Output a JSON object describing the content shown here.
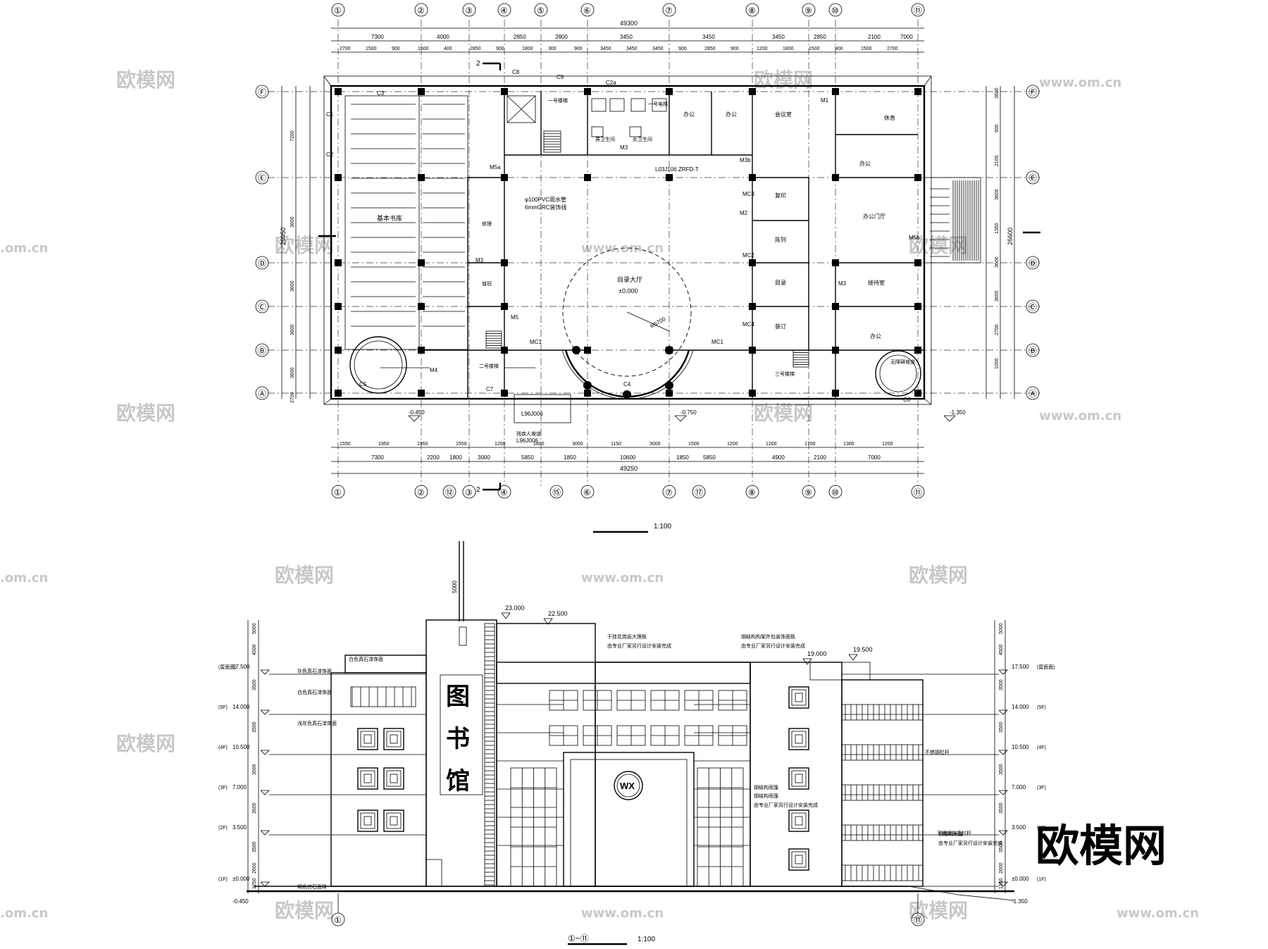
{
  "watermark": {
    "site": "欧模网",
    "url": "www.om.cn",
    "url_edge": ".om.cn",
    "brand": "欧模网"
  },
  "plan": {
    "axes_cols": [
      "①",
      "②",
      "③",
      "④",
      "⑤",
      "⑥",
      "⑦",
      "⑧",
      "⑨",
      "⑩",
      "⑪"
    ],
    "axes_cols_bottom": [
      "①",
      "②",
      "⑫",
      "③",
      "④",
      "⑮",
      "⑥",
      "⑦",
      "⑰",
      "⑧",
      "⑨",
      "⑩",
      "⑪"
    ],
    "axes_rows": [
      "Ⓕ",
      "Ⓔ",
      "Ⓓ",
      "Ⓒ",
      "Ⓑ",
      "Ⓐ"
    ],
    "total_top": "49300",
    "total_bottom": "49250",
    "top_dims": [
      "7300",
      "4000",
      "2850",
      "3900",
      "3450",
      "3450",
      "3450",
      "2850",
      "2100",
      "7000"
    ],
    "top_sub_dims": [
      "2700",
      "1500",
      "900",
      "1500",
      "400",
      "2850",
      "900",
      "1800",
      "300",
      "900",
      "3450",
      "3450",
      "3450",
      "900",
      "2850",
      "900",
      "1200",
      "1800",
      "1500",
      "900",
      "1500",
      "2700"
    ],
    "bottom_dims": [
      "7300",
      "2200",
      "1800",
      "3000",
      "5850",
      "1850",
      "10600",
      "1850",
      "5850",
      "4900",
      "2100",
      "7000"
    ],
    "bottom_sub_dims": [
      "1550",
      "1950",
      "1950",
      "1550",
      "1200",
      "1800",
      "3000",
      "1150",
      "3000",
      "1500",
      "1200",
      "1200",
      "1700",
      "1300",
      "1200"
    ],
    "left_dims": [
      "7200",
      "3600",
      "3600",
      "3600",
      "3600",
      "2700"
    ],
    "left_total": "25950",
    "right_total": "26600",
    "right_dims": [
      "3600",
      "900",
      "2100",
      "3600",
      "1350",
      "3600",
      "3600",
      "2700",
      "1000"
    ],
    "rooms": {
      "reading": "基本书库",
      "lobby": "目录大厅",
      "lobby_elev": "±0.000",
      "lobby_radius": "R5700",
      "office1": "办公",
      "office2": "办公",
      "office3": "办公",
      "office4": "办公",
      "office_hall": "办公门厅",
      "copy": "复印",
      "exhibit": "陈列",
      "storage": "目录",
      "binding": "装订",
      "reception": "接待室",
      "rest": "休息",
      "meeting": "会议室",
      "toilet_m": "男卫生间",
      "toilet_f": "女卫生间",
      "stair1": "一号楼梯",
      "stair2": "二号楼梯",
      "stair3": "三号楼梯",
      "elevator": "一号电梯",
      "tools": "修理",
      "duty": "值班",
      "ramp": "无障碍坡道",
      "pipe": "φ100PVC雨水管",
      "grc": "6mmGRC装饰线",
      "ref1": "L03J106 ZRFD-T",
      "ref2": "L96J006",
      "ref3": "L96J006",
      "accessible": "残疾人坡道"
    },
    "doors": [
      "M1",
      "M2",
      "M3",
      "M3",
      "M3",
      "M5",
      "M5a",
      "M5b",
      "MC1",
      "MC1",
      "MC2",
      "MC3",
      "MC4",
      "M4",
      "M3b"
    ],
    "windows": [
      "C1",
      "C2",
      "C3",
      "C2a",
      "C4",
      "C5",
      "C6",
      "C7",
      "C8",
      "C9"
    ],
    "elev_marks": [
      "-0.450",
      "-0.750",
      "-1.350"
    ],
    "section_mark": "2",
    "scale": "1:100"
  },
  "elevation": {
    "sign_chars": [
      "图",
      "书",
      "馆"
    ],
    "logo": "WX",
    "levels_left": [
      {
        "floor": "(屋面面)",
        "elev": "17.500"
      },
      {
        "floor": "(5F)",
        "elev": "14.000"
      },
      {
        "floor": "(4F)",
        "elev": "10.500"
      },
      {
        "floor": "(3F)",
        "elev": "7.000"
      },
      {
        "floor": "(2F)",
        "elev": "3.500"
      },
      {
        "floor": "(1F)",
        "elev": "±0.000"
      }
    ],
    "levels_right": [
      {
        "floor": "(屋面面)",
        "elev": "17.500"
      },
      {
        "floor": "(5F)",
        "elev": "14.000"
      },
      {
        "floor": "(4F)",
        "elev": "10.500"
      },
      {
        "floor": "(3F)",
        "elev": "7.000"
      },
      {
        "floor": "(2F)",
        "elev": "3.500"
      },
      {
        "floor": "(1F)",
        "elev": "±0.000"
      }
    ],
    "base_left": "-0.450",
    "base_right": "-1.350",
    "top_marks": [
      "23.000",
      "22.500",
      "19.000",
      "19.500"
    ],
    "top_dim": "5000",
    "left_dims": [
      "5000",
      "4500",
      "3500",
      "3500",
      "3500",
      "3500",
      "3500",
      "2600",
      "1250"
    ],
    "right_dims": [
      "5000",
      "4500",
      "3500",
      "3500",
      "3500",
      "3500",
      "3500",
      "2600",
      "1350"
    ],
    "notes": {
      "n1": "白色真石漆饰面",
      "n2": "灰色真石漆饰面",
      "n3": "白色真石漆饰面",
      "n4": "浅灰色真石漆饰面",
      "n5": "褐色仿石面砖",
      "n6": "不锈钢栏杆",
      "n7": "不锈钢扶手栏杆",
      "n8": "钢结构雨篷",
      "n9": "由专业厂家另行设计安装完成",
      "n10": "干挂花岗岩大理板",
      "n11": "由专业厂家另行设计安装完成",
      "n12": "钢结构雨篷",
      "n13": "由专业厂家另行设计安装完成",
      "n14": "钢结构构架外包装饰面板",
      "n15": "由专业厂家另行设计安装完成",
      "n16": "钢结构雨篷"
    },
    "axis_left": "①",
    "axis_right": "⑪",
    "title": "①~⑪",
    "scale": "1:100"
  }
}
